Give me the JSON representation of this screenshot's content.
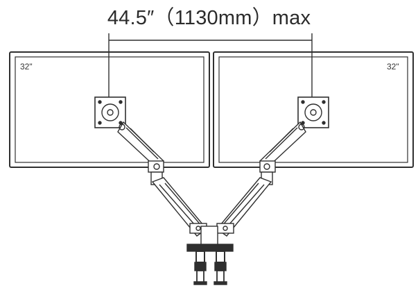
{
  "headline": "44.5″（1130mm）max",
  "left_monitor": {
    "size_label": "32\""
  },
  "right_monitor": {
    "size_label": "32\""
  },
  "colors": {
    "line": "#2f2f2f",
    "background": "#ffffff",
    "text": "#2b2b2b"
  },
  "icons": [
    "vesa-plate-icon",
    "gas-spring-arm-icon",
    "desk-clamp-icon"
  ]
}
